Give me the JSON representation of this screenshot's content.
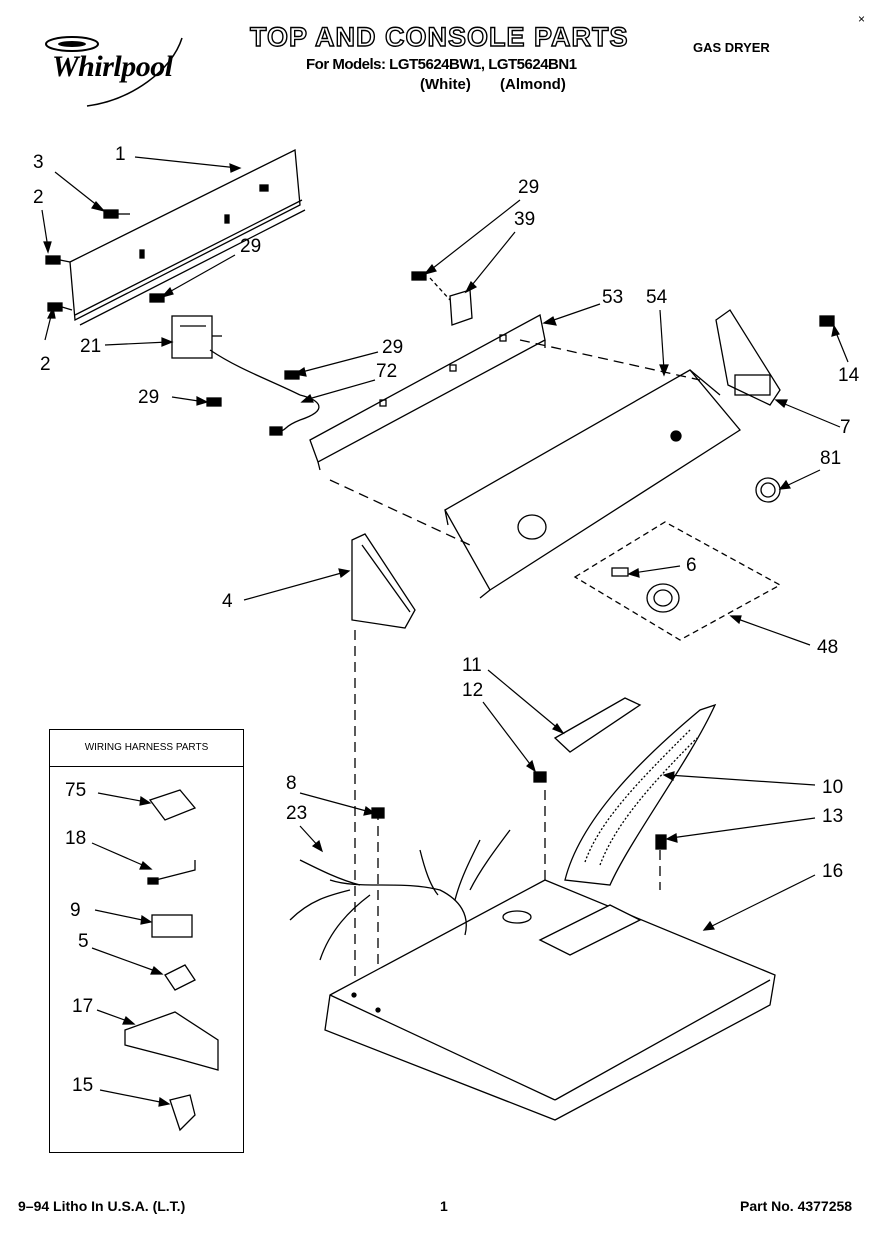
{
  "header": {
    "brand": "Whirlpool",
    "title": "TOP AND CONSOLE PARTS",
    "models_line": "For Models: LGT5624BW1, LGT5624BN1",
    "color_white": "(White)",
    "color_almond": "(Almond)",
    "doc_type": "GAS DRYER"
  },
  "wiring_harness": {
    "title": "WIRING HARNESS PARTS"
  },
  "callouts": {
    "c1": "1",
    "c3": "3",
    "c2a": "2",
    "c2b": "2",
    "c21": "21",
    "c29a": "29",
    "c29b": "29",
    "c29c": "29",
    "c29d": "29",
    "c72": "72",
    "c39": "39",
    "c53": "53",
    "c54": "54",
    "c14": "14",
    "c7": "7",
    "c81": "81",
    "c4": "4",
    "c6": "6",
    "c48": "48",
    "c11": "11",
    "c12": "12",
    "c10": "10",
    "c13": "13",
    "c8": "8",
    "c23": "23",
    "c16": "16",
    "c75": "75",
    "c18": "18",
    "c9": "9",
    "c5": "5",
    "c17": "17",
    "c15": "15"
  },
  "footer": {
    "litho": "9–94 Litho In U.S.A. (L.T.)",
    "page": "1",
    "part_no": "Part No. 4377258"
  }
}
